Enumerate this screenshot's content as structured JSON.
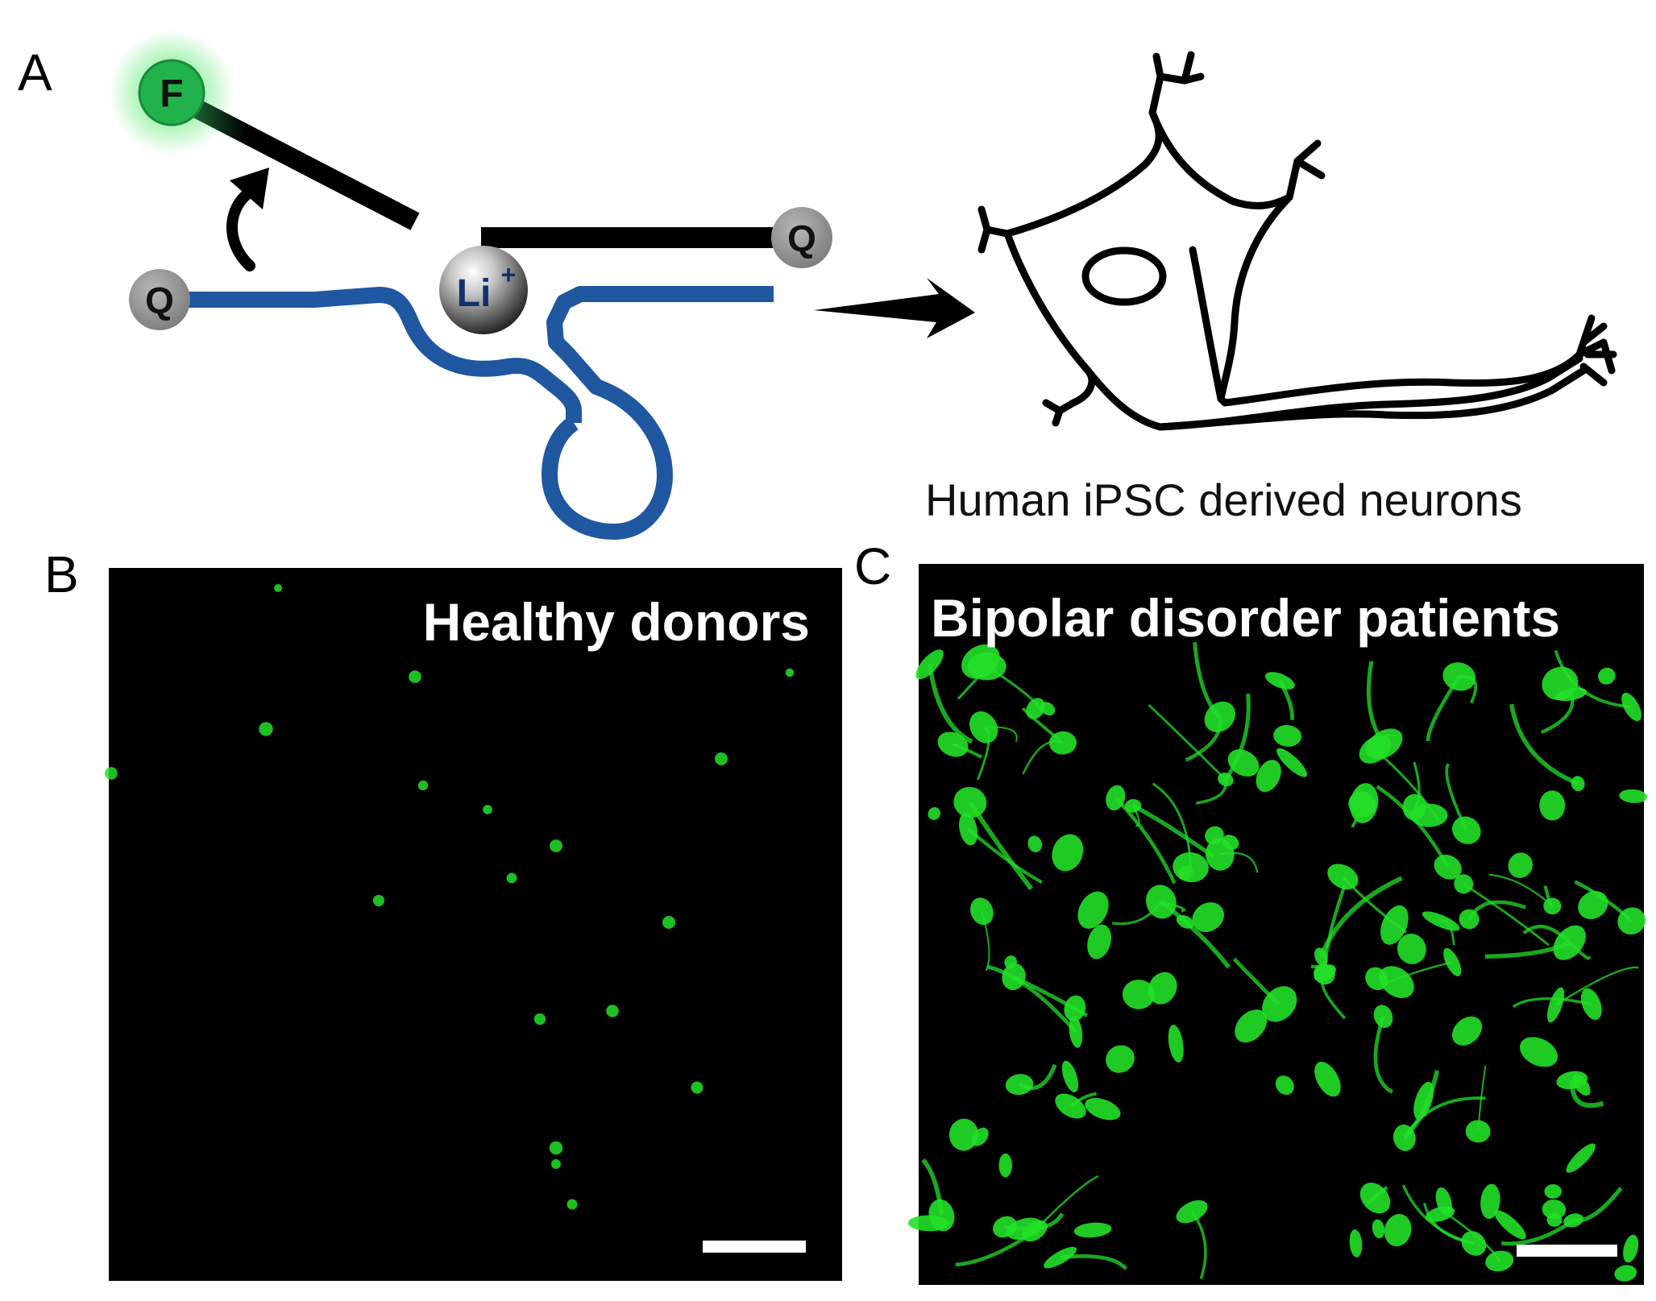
{
  "panels": {
    "a": {
      "letter": "A"
    },
    "b": {
      "letter": "B",
      "label": "Healthy donors"
    },
    "c": {
      "letter": "C",
      "label": "Bipolar disorder patients"
    }
  },
  "schematic": {
    "fluorophore_letter": "F",
    "quencher_letter": "Q",
    "ion_main": "Li",
    "ion_charge": "+",
    "neuron_caption": "Human iPSC derived neurons"
  },
  "colors": {
    "dna_strand": "#1f57a0",
    "fluorophore": "#22b24c",
    "quencher": "#8f8f8f",
    "fluorescence": "#22e028",
    "micrograph_bg": "#000000",
    "ion_label": "#12306e"
  }
}
